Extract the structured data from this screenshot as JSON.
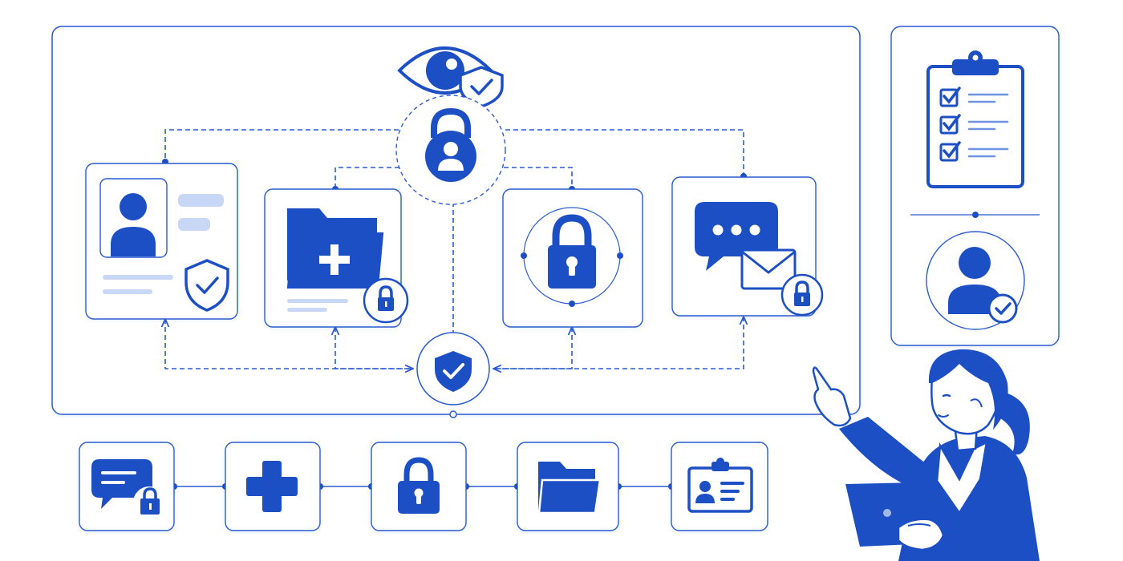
{
  "colors": {
    "primary": "#1d4fc4",
    "line": "#2a5bd0",
    "soft": "#c9d7f6",
    "background": "#ffffff"
  },
  "main_panel": {
    "top_icons": [
      "eye-icon",
      "shield-check-icon",
      "lock-user-icon"
    ],
    "cards": [
      {
        "name": "profile-card",
        "icons": [
          "user-icon",
          "shield-check-icon"
        ]
      },
      {
        "name": "medical-folder-card",
        "icons": [
          "folder-plus-icon",
          "lock-icon"
        ]
      },
      {
        "name": "lock-card",
        "icons": [
          "lock-icon"
        ]
      },
      {
        "name": "message-card",
        "icons": [
          "chat-bubble-icon",
          "envelope-icon",
          "lock-icon"
        ]
      }
    ],
    "bottom_icons": [
      "shield-check-icon"
    ]
  },
  "side_panel": {
    "icons": [
      "clipboard-checklist-icon",
      "user-verified-icon"
    ],
    "checklist_items": 3
  },
  "bottom_row": {
    "icons": [
      "chat-lock-icon",
      "medical-cross-icon",
      "lock-icon",
      "folder-icon",
      "id-card-icon"
    ]
  },
  "illustration": {
    "icons": [
      "woman-pointing-figure",
      "tablet-icon"
    ]
  }
}
